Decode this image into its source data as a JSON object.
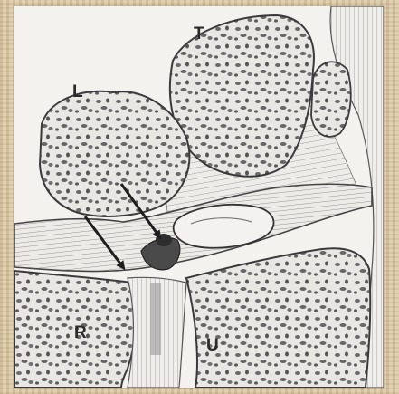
{
  "labels": {
    "t": "T",
    "l": "L",
    "r": "R",
    "u": "U"
  },
  "colors": {
    "background_texture": "#d8c6a4",
    "panel": "#f4f2ef",
    "ink": "#2a2a2a",
    "bone_fill": "#e9e7e4",
    "pore": "#5a5a5a"
  }
}
